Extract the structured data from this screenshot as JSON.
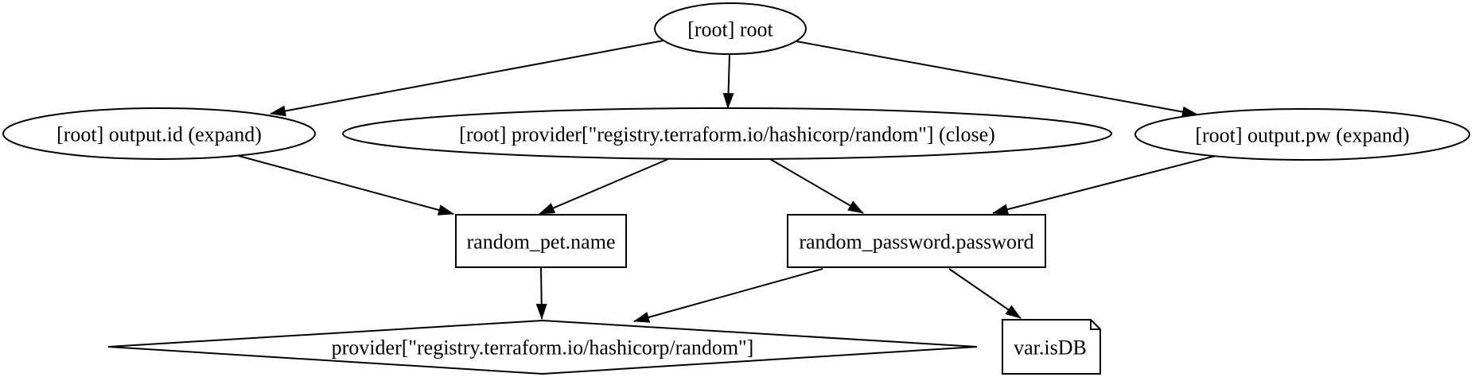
{
  "diagram": {
    "type": "directed-graph",
    "tool_style": "graphviz-dot",
    "background_color": "#ffffff",
    "node_fill_color": "#ffffff",
    "stroke_color": "#000000",
    "text_color": "#000000",
    "nodes": {
      "root": {
        "label": "[root] root",
        "shape": "ellipse"
      },
      "output_id": {
        "label": "[root] output.id (expand)",
        "shape": "ellipse"
      },
      "provider_close": {
        "label": "[root] provider[\"registry.terraform.io/hashicorp/random\"] (close)",
        "shape": "ellipse"
      },
      "output_pw": {
        "label": "[root] output.pw (expand)",
        "shape": "ellipse"
      },
      "random_pet": {
        "label": "random_pet.name",
        "shape": "box"
      },
      "random_password": {
        "label": "random_password.password",
        "shape": "box"
      },
      "provider": {
        "label": "provider[\"registry.terraform.io/hashicorp/random\"]",
        "shape": "diamond"
      },
      "var_isdb": {
        "label": "var.isDB",
        "shape": "note"
      }
    },
    "edges": [
      {
        "from": "root",
        "to": "output_id"
      },
      {
        "from": "root",
        "to": "provider_close"
      },
      {
        "from": "root",
        "to": "output_pw"
      },
      {
        "from": "output_id",
        "to": "random_pet"
      },
      {
        "from": "provider_close",
        "to": "random_pet"
      },
      {
        "from": "provider_close",
        "to": "random_password"
      },
      {
        "from": "output_pw",
        "to": "random_password"
      },
      {
        "from": "random_pet",
        "to": "provider"
      },
      {
        "from": "random_password",
        "to": "provider"
      },
      {
        "from": "random_password",
        "to": "var_isdb"
      }
    ]
  }
}
